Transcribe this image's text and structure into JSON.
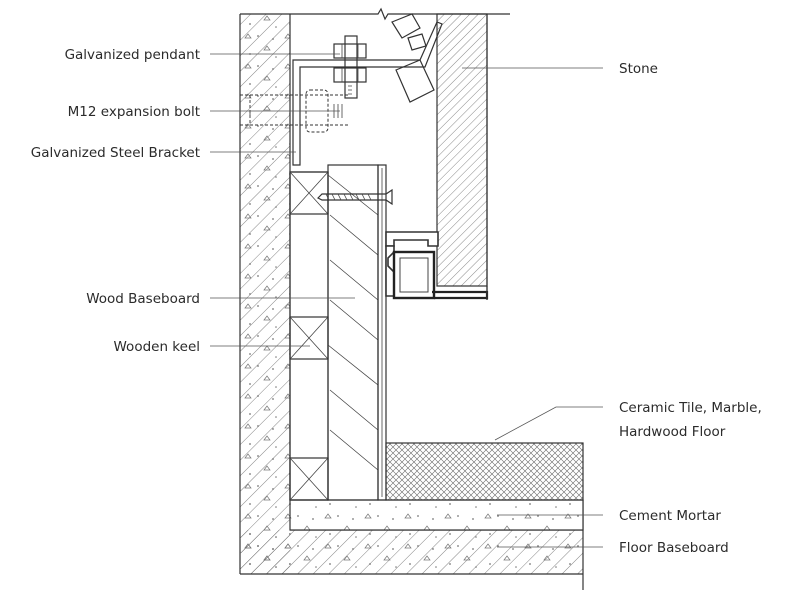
{
  "labels": {
    "galvanized_pendant": "Galvanized pendant",
    "expansion_bolt": "M12 expansion bolt",
    "steel_bracket": "Galvanized Steel Bracket",
    "wood_baseboard": "Wood Baseboard",
    "wooden_keel": "Wooden keel",
    "stone": "Stone",
    "floor_line1": "Ceramic Tile, Marble,",
    "floor_line2": "Hardwood Floor",
    "cement_mortar": "Cement Mortar",
    "floor_baseboard": "Floor Baseboard"
  },
  "colors": {
    "line": "#333333",
    "background": "#ffffff",
    "aluminium_profile": "#333333"
  }
}
